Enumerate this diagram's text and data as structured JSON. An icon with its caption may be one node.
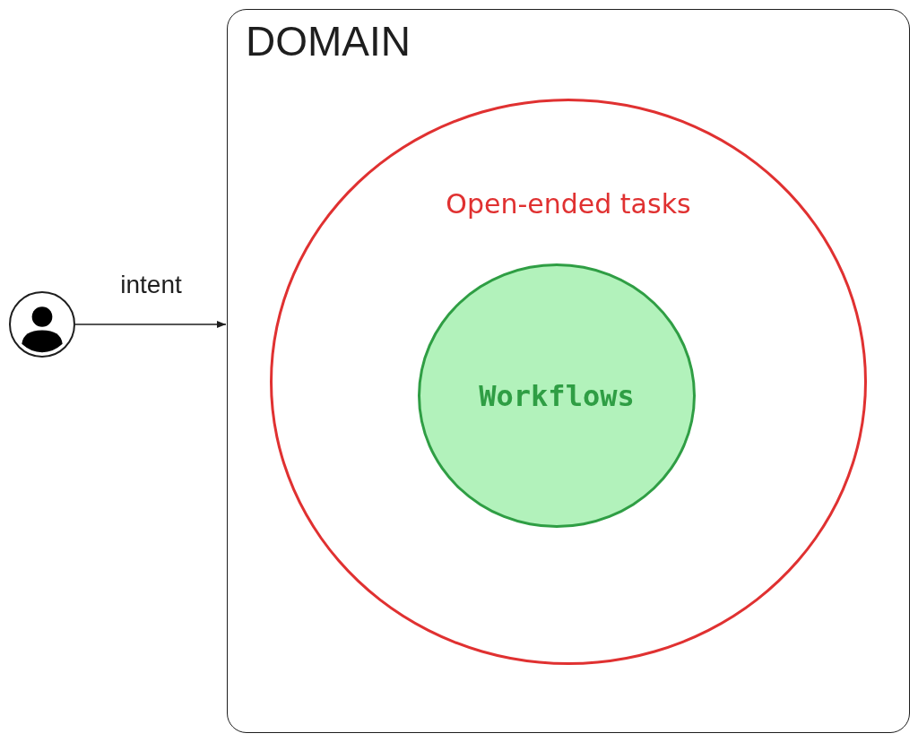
{
  "diagram": {
    "nodes": [
      {
        "text": [],
        "shape": "person"
      },
      {
        "text": [
          "DOMAIN"
        ]
      },
      {
        "text": [
          "Open-ended tasks"
        ],
        "in": 1
      },
      {
        "text": [
          "Workflows"
        ],
        "in": 2
      }
    ],
    "edges": [
      {
        "from": 0,
        "to": 1,
        "arrow": "to",
        "label": "intent"
      }
    ]
  }
}
